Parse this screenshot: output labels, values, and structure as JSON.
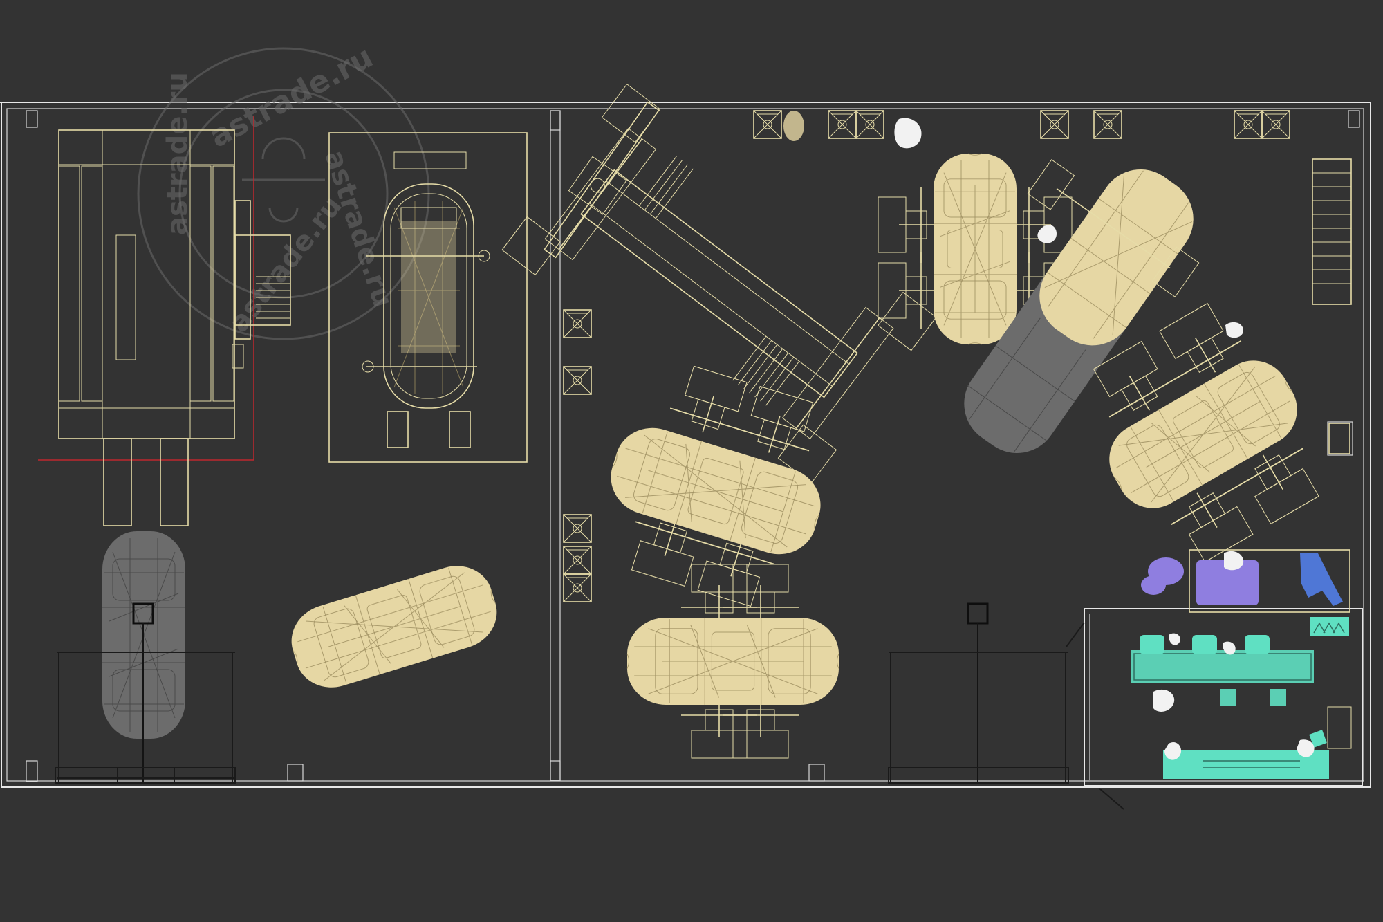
{
  "watermark": {
    "text_top": "astrade.ru",
    "text_right": "astrade.ru",
    "text_bottom": "astrade.ru",
    "text_left": "astrade.ru"
  },
  "colors": {
    "background": "#333333",
    "walls": "#e8e8e8",
    "wireframe": "#e6d7a4",
    "grey_car": "#6c6c6c",
    "reception": "#5fe0c2",
    "equipment": "#8f7ee0",
    "accent_blue": "#4f77d6",
    "red_line": "#c0282e"
  },
  "icons": [
    "paint-booth-icon",
    "frame-machine-icon",
    "lift-icon",
    "car-wireframe-icon",
    "gate-icon",
    "person-icon",
    "desk-icon",
    "chair-icon"
  ]
}
